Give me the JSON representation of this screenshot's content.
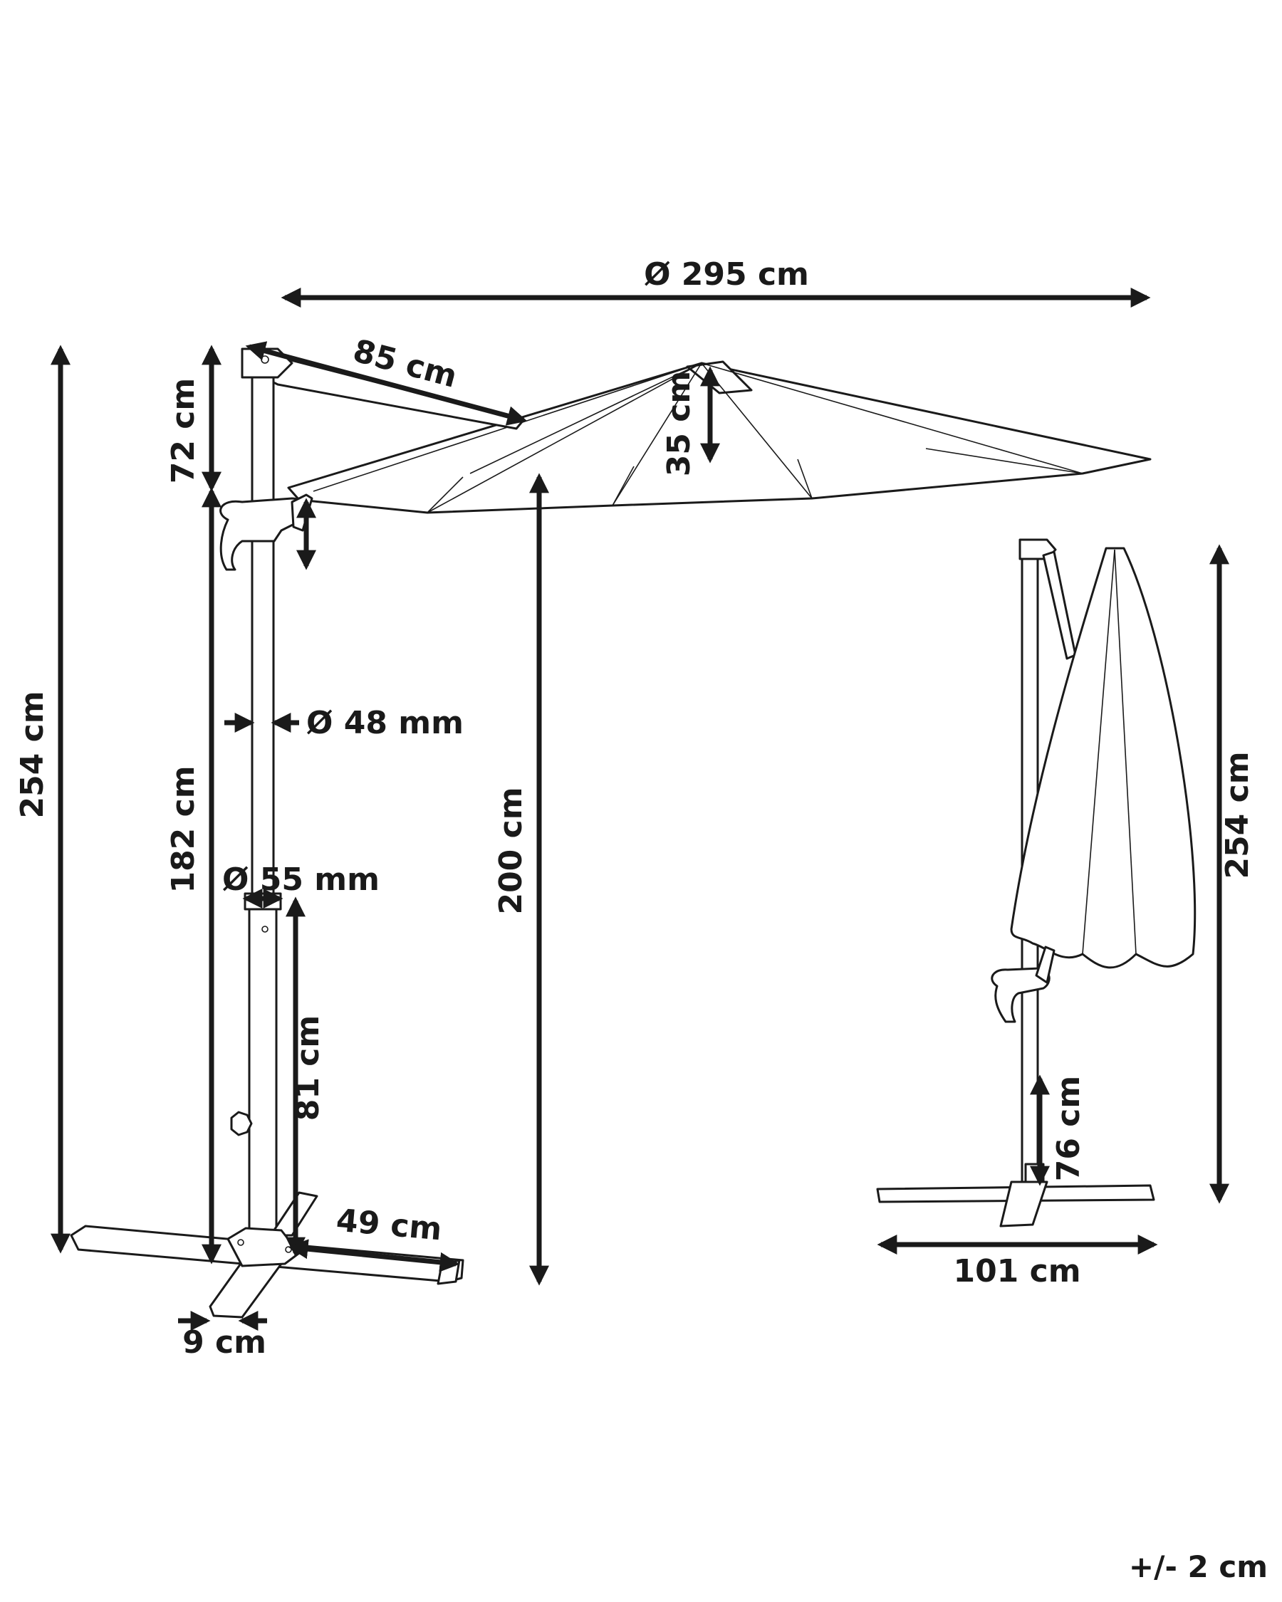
{
  "product": "cantilever parasol",
  "dimensions": {
    "canopy_diameter": "Ø 295 cm",
    "arm_length": "85 cm",
    "top_height": "72 cm",
    "canopy_height": "35 cm",
    "total_height_left": "254 cm",
    "pole_height": "182 cm",
    "clearance_height": "200 cm",
    "pole_diameter_upper": "Ø 48 mm",
    "pole_diameter_lower": "Ø 55 mm",
    "lower_pole_height": "81 cm",
    "base_arm_length": "49 cm",
    "base_beam_width": "9 cm",
    "total_height_right": "254 cm",
    "base_height_right": "76 cm",
    "base_width": "101 cm"
  },
  "tolerance": "+/- 2 cm"
}
